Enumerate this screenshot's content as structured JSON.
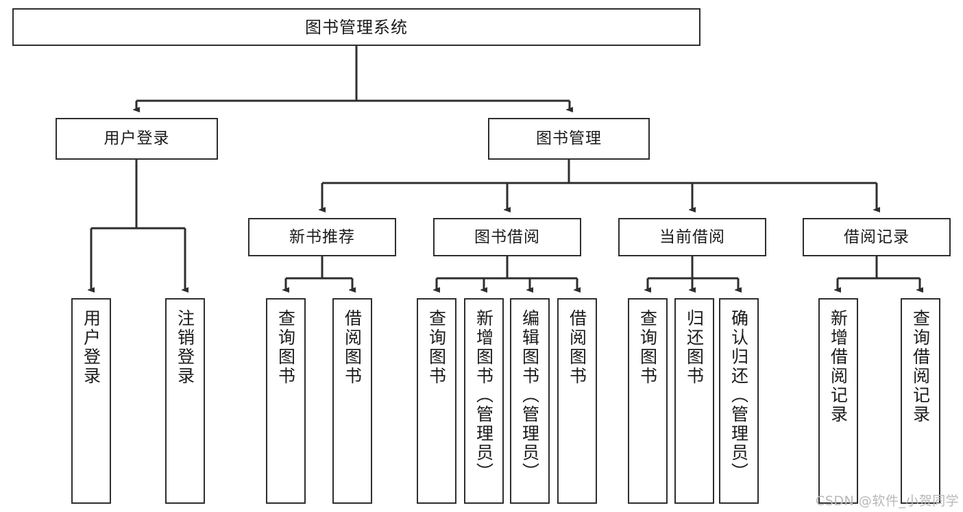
{
  "diagram": {
    "title": "图书管理系统",
    "type": "tree",
    "watermark": "CSDN @软件_小贺同学",
    "colors": {
      "stroke": "#2e2e2e",
      "text": "#1b1b1b",
      "background": "#ffffff",
      "watermark": "#b8b8b8"
    },
    "root": {
      "label": "图书管理系统"
    },
    "level2": [
      {
        "id": "user-login",
        "label": "用户登录"
      },
      {
        "id": "book-manage",
        "label": "图书管理"
      }
    ],
    "level3": [
      {
        "id": "new-book-recommend",
        "label": "新书推荐",
        "parent": "book-manage"
      },
      {
        "id": "book-borrow",
        "label": "图书借阅",
        "parent": "book-manage"
      },
      {
        "id": "current-borrow",
        "label": "当前借阅",
        "parent": "book-manage"
      },
      {
        "id": "borrow-record",
        "label": "借阅记录",
        "parent": "book-manage"
      }
    ],
    "leaves": [
      {
        "id": "leaf-user-login",
        "label": "用户登录",
        "parent": "user-login"
      },
      {
        "id": "leaf-user-logout",
        "label": "注销登录",
        "parent": "user-login"
      },
      {
        "id": "leaf-query-book-1",
        "label": "查询图书",
        "parent": "new-book-recommend"
      },
      {
        "id": "leaf-borrow-book-1",
        "label": "借阅图书",
        "parent": "new-book-recommend"
      },
      {
        "id": "leaf-query-book-2",
        "label": "查询图书",
        "parent": "book-borrow"
      },
      {
        "id": "leaf-add-book",
        "label": "新增图书（管理员）",
        "parent": "book-borrow"
      },
      {
        "id": "leaf-edit-book",
        "label": "编辑图书（管理员）",
        "parent": "book-borrow"
      },
      {
        "id": "leaf-borrow-book-2",
        "label": "借阅图书",
        "parent": "book-borrow"
      },
      {
        "id": "leaf-query-book-3",
        "label": "查询图书",
        "parent": "current-borrow"
      },
      {
        "id": "leaf-return-book",
        "label": "归还图书",
        "parent": "current-borrow"
      },
      {
        "id": "leaf-confirm-return",
        "label": "确认归还（管理员）",
        "parent": "current-borrow"
      },
      {
        "id": "leaf-add-record",
        "label": "新增借阅记录",
        "parent": "borrow-record"
      },
      {
        "id": "leaf-query-record",
        "label": "查询借阅记录",
        "parent": "borrow-record"
      }
    ]
  }
}
